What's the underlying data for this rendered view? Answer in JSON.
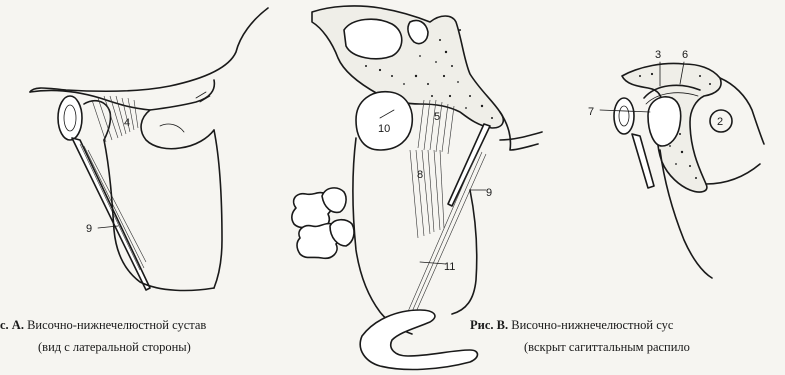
{
  "labels": {
    "l2": "2",
    "l3": "3",
    "l4": "4",
    "l5": "5",
    "l6": "6",
    "l7": "7",
    "l8": "8",
    "l9a": "9",
    "l9b": "9",
    "l10": "10",
    "l11": "11"
  },
  "captions": {
    "a_prefix": "с. А.",
    "a_title": "Височно-нижнечелюстной сустав",
    "a_subtitle": "(вид с латеральной стороны)",
    "b_prefix": "Рис. В.",
    "b_title": "Височно-нижнечелюстной сус",
    "b_subtitle": "(вскрыт сагиттальным распило"
  }
}
